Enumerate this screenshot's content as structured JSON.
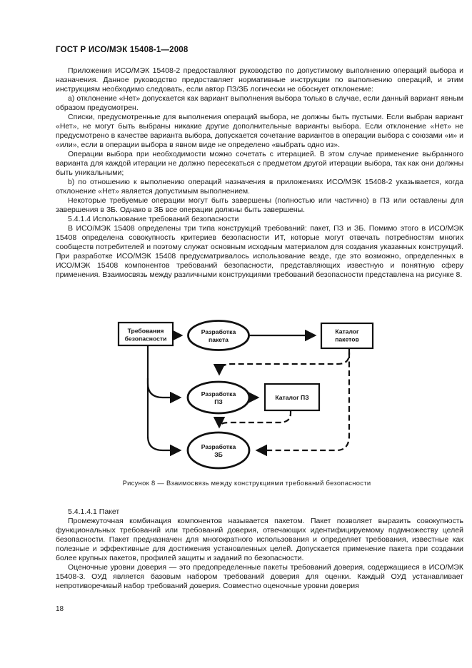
{
  "page": {
    "header": "ГОСТ Р ИСО/МЭК 15408-1—2008",
    "page_number": "18"
  },
  "content": {
    "blocks": [
      {
        "type": "paragraph",
        "text": "Приложения ИСО/МЭК 15408-2 предоставляют руководство по допустимому выполнению операций выбора и назначения. Данное руководство предоставляет нормативные инструкции по выполнению операций, и этим инструкциям необходимо следовать, если автор ПЗ/ЗБ логически не обоснует отклонение:"
      },
      {
        "type": "paragraph",
        "text": "a) отклонение «Нет» допускается как вариант выполнения выбора только в случае, если данный вариант явным образом предусмотрен."
      },
      {
        "type": "paragraph",
        "text": "Списки, предусмотренные для выполнения операций выбора, не должны быть пустыми. Если выбран вариант «Нет», не могут быть выбраны никакие другие дополнительные варианты выбора. Если отклонение «Нет» не предусмотрено в качестве варианта выбора, допускается сочетание вариантов в операции выбора с союзами «и» и «или», если в операции выбора в явном виде не определено «выбрать одно из»."
      },
      {
        "type": "paragraph",
        "text": "Операции выбора при необходимости можно сочетать с итерацией. В этом случае применение выбранного варианта для каждой итерации не должно пересекаться с предметом другой итерации выбора, так как они должны быть уникальными;"
      },
      {
        "type": "paragraph",
        "text": "b) по отношению к выполнению операций назначения в приложениях ИСО/МЭК 15408-2 указывается, когда отклонение «Нет» является допустимым выполнением."
      },
      {
        "type": "paragraph",
        "text": "Некоторые требуемые операции могут быть завершены (полностью или частично) в ПЗ или оставлены для завершения в ЗБ. Однако в ЗБ все операции должны быть завершены."
      },
      {
        "type": "heading",
        "text": "5.4.1.4  Использование требований безопасности"
      },
      {
        "type": "paragraph",
        "text": "В ИСО/МЭК 15408 определены три типа конструкций требований: пакет, ПЗ и ЗБ. Помимо этого в ИСО/МЭК 15408 определена совокупность критериев безопасности ИТ, которые могут отвечать потребностям многих сообществ потребителей и поэтому служат основным исходным материалом для создания указанных конструкций. При разработке ИСО/МЭК 15408 предусматривалось использование везде, где это возможно, определенных в ИСО/МЭК 15408 компонентов требований безопасности, представляющих известную и понятную сферу применения. Взаимосвязь между различными конструкциями требований безопасности представлена на рисунке 8."
      },
      {
        "type": "heading",
        "text": "5.4.1.4.1  Пакет"
      },
      {
        "type": "paragraph",
        "text": "Промежуточная комбинация компонентов называется пакетом. Пакет позволяет выразить совокупность функциональных требований или требований доверия, отвечающих идентифицируемому подмножеству целей безопасности. Пакет предназначен для многократного использования и определяет требования, известные как полезные и эффективные для достижения установленных целей. Допускается применение пакета при создании более крупных пакетов, профилей защиты и заданий по безопасности."
      },
      {
        "type": "paragraph",
        "text": "Оценочные уровни доверия — это предопределенные пакеты требований доверия, содержащиеся в ИСО/МЭК 15408-3. ОУД является базовым набором требований доверия для оценки. Каждый ОУД устанавливает непротиворечивый набор требований доверия. Совместно оценочные уровни доверия"
      }
    ]
  },
  "figure": {
    "caption": "Рисунок 8 — Взаимосвязь между конструкциями требований безопасности",
    "colors": {
      "stroke": "#111111",
      "fill": "#ffffff"
    },
    "nodes": {
      "security_requirements": {
        "line1": "Требования",
        "line2": "безопасности"
      },
      "package_development": {
        "line1": "Разработка",
        "line2": "пакета"
      },
      "package_catalog": {
        "line1": "Каталог",
        "line2": "пакетов"
      },
      "pp_development": {
        "line1": "Разработка",
        "line2": "ПЗ"
      },
      "pp_catalog": {
        "line1": "Каталог ПЗ"
      },
      "st_development": {
        "line1": "Разработка",
        "line2": "ЗБ"
      }
    }
  }
}
